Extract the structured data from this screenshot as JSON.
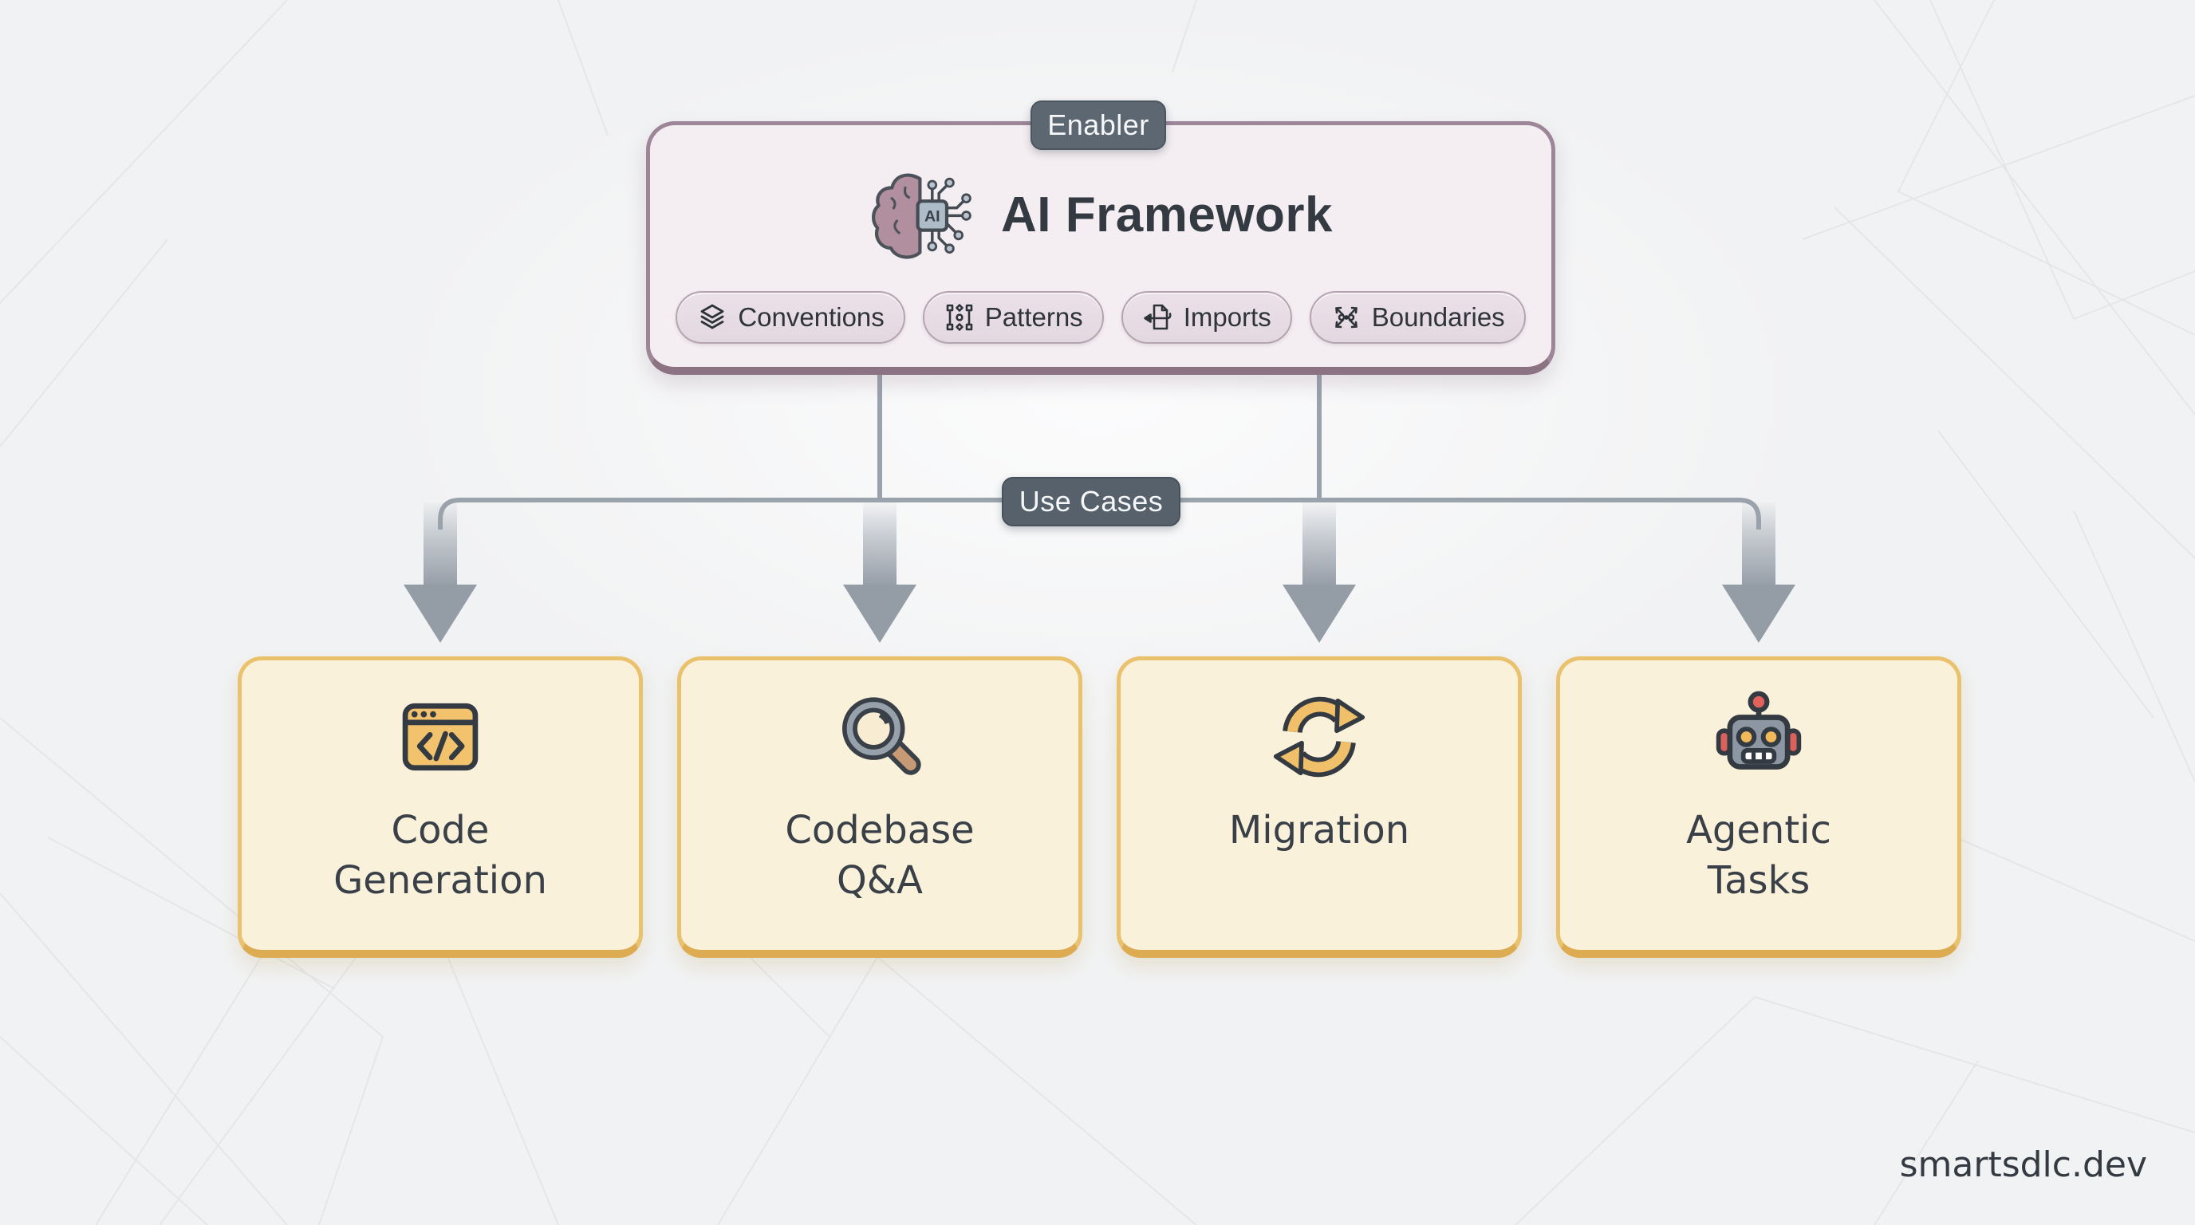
{
  "diagram": {
    "enabler": {
      "badge_label": "Enabler",
      "title": "AI Framework",
      "icon": "brain-ai-chip-icon",
      "chips": [
        {
          "label": "Conventions",
          "icon": "layers-icon"
        },
        {
          "label": "Patterns",
          "icon": "pattern-nodes-icon"
        },
        {
          "label": "Imports",
          "icon": "file-import-icon"
        },
        {
          "label": "Boundaries",
          "icon": "boundaries-icon"
        }
      ]
    },
    "connector_badge": "Use Cases",
    "use_cases": [
      {
        "label": "Code\nGeneration",
        "icon": "code-window-icon"
      },
      {
        "label": "Codebase\nQ&A",
        "icon": "magnifier-icon"
      },
      {
        "label": "Migration",
        "icon": "sync-arrows-icon"
      },
      {
        "label": "Agentic\nTasks",
        "icon": "robot-icon"
      }
    ],
    "footer_brand": "smartsdlc.dev",
    "colors": {
      "background": "#f1f2f3",
      "enabler_box_bg": "#f4eef2",
      "enabler_box_border": "#9c8698",
      "badge_bg": "#5a646e",
      "chip_bg": "#e8dde4",
      "chip_border": "#b5a4b0",
      "usecase_box_bg": "#faf1da",
      "usecase_box_border": "#eac26e",
      "connector_gray": "#9aa2ac",
      "accent_amber": "#f0c06c",
      "accent_red": "#e0625b",
      "accent_slate": "#8c97a3",
      "text_dark": "#353b43"
    }
  }
}
